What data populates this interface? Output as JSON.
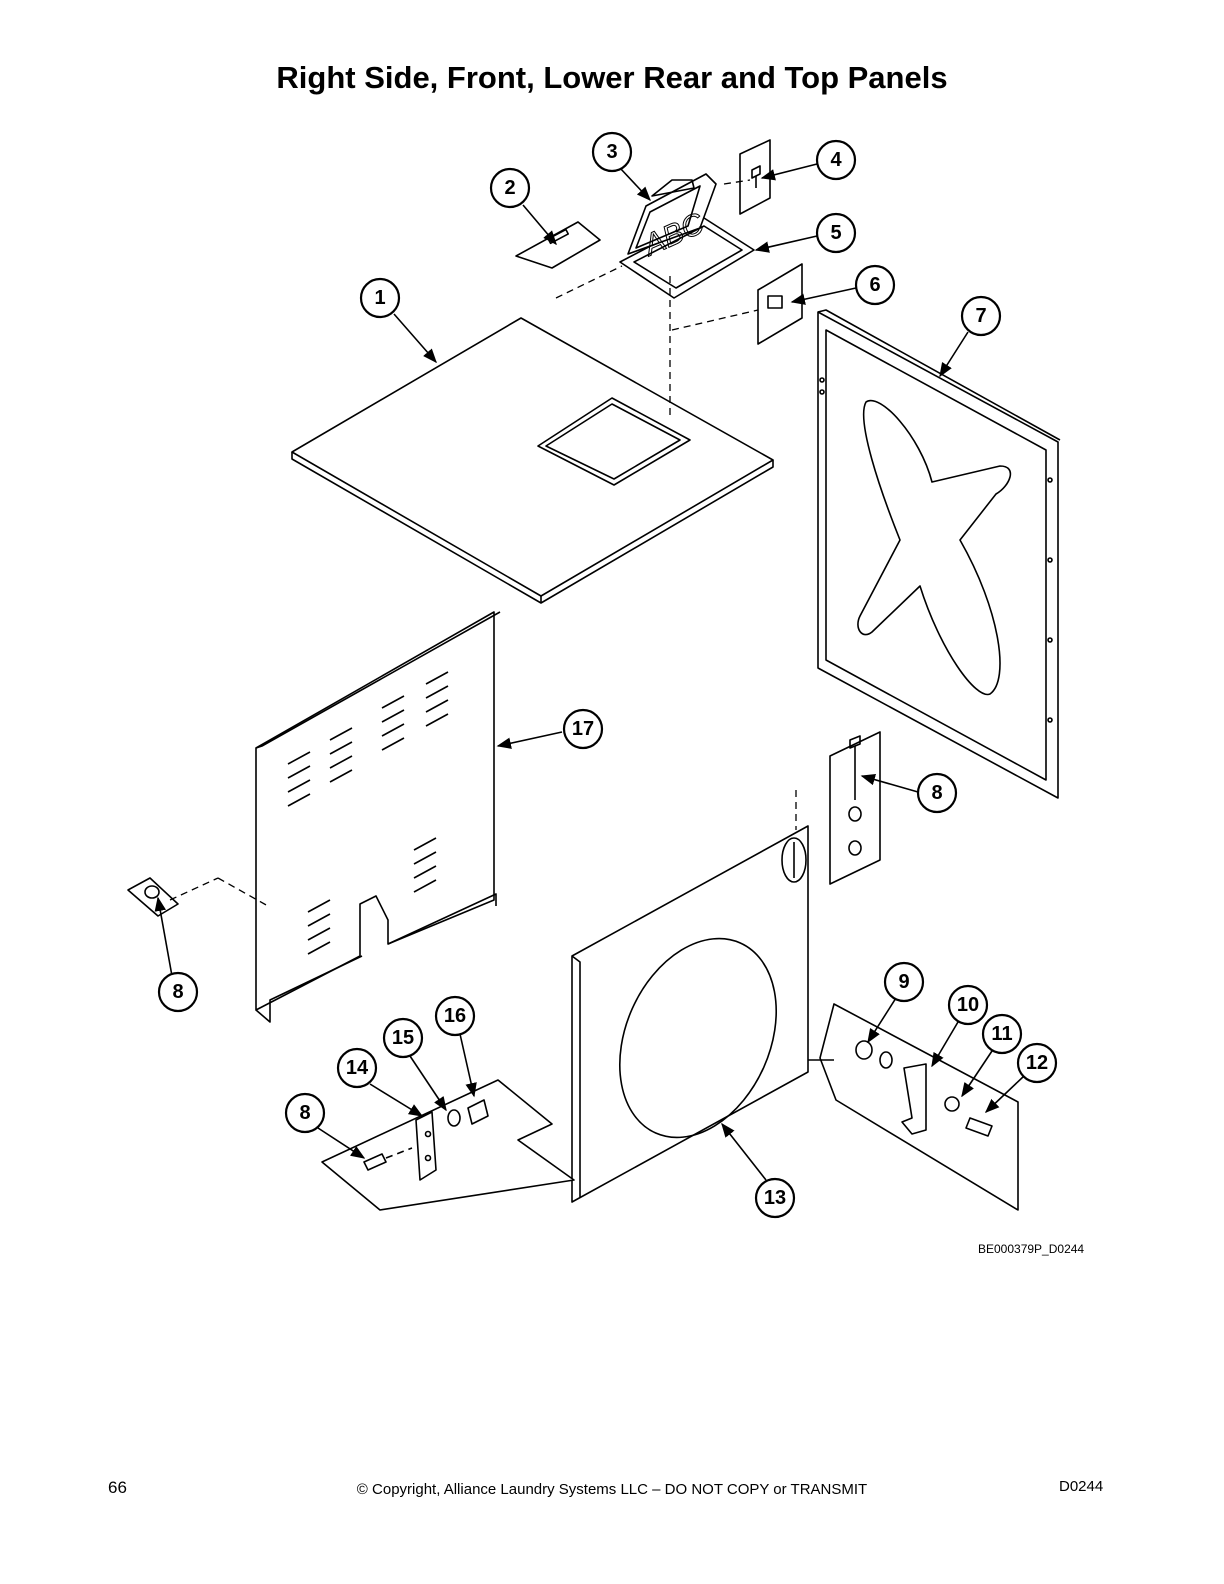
{
  "title": "Right Side, Front, Lower Rear and Top Panels",
  "drawing_id": "BE000379P_D0244",
  "footer": {
    "page_number": "66",
    "copyright": "© Copyright, Alliance Laundry Systems LLC – DO NOT COPY or TRANSMIT",
    "doc_code": "D0244"
  },
  "callouts": [
    {
      "id": "c1",
      "label": "1"
    },
    {
      "id": "c2",
      "label": "2"
    },
    {
      "id": "c3",
      "label": "3"
    },
    {
      "id": "c4",
      "label": "4"
    },
    {
      "id": "c5",
      "label": "5"
    },
    {
      "id": "c6",
      "label": "6"
    },
    {
      "id": "c7",
      "label": "7"
    },
    {
      "id": "c8a",
      "label": "8"
    },
    {
      "id": "c8b",
      "label": "8"
    },
    {
      "id": "c8c",
      "label": "8"
    },
    {
      "id": "c9",
      "label": "9"
    },
    {
      "id": "c10",
      "label": "10"
    },
    {
      "id": "c11",
      "label": "11"
    },
    {
      "id": "c12",
      "label": "12"
    },
    {
      "id": "c13",
      "label": "13"
    },
    {
      "id": "c14",
      "label": "14"
    },
    {
      "id": "c15",
      "label": "15"
    },
    {
      "id": "c16",
      "label": "16"
    },
    {
      "id": "c17",
      "label": "17"
    }
  ]
}
